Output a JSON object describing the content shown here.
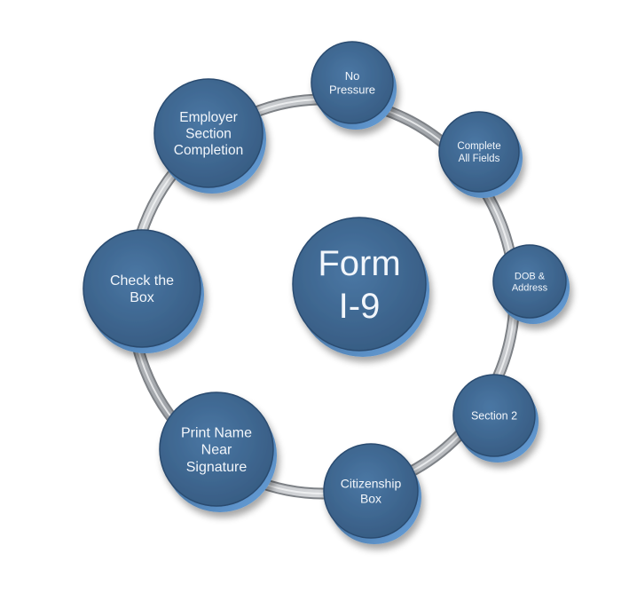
{
  "center": {
    "lines": [
      "Form",
      "I-9"
    ]
  },
  "nodes": [
    {
      "id": "no-pressure",
      "lines": [
        "No",
        "Pressure"
      ]
    },
    {
      "id": "complete-all-fields",
      "lines": [
        "Complete",
        "All Fields"
      ]
    },
    {
      "id": "dob-address",
      "lines": [
        "DOB &",
        "Address"
      ]
    },
    {
      "id": "section-2",
      "lines": [
        "Section 2"
      ]
    },
    {
      "id": "citizenship-box",
      "lines": [
        "Citizenship",
        "Box"
      ]
    },
    {
      "id": "print-name-near-signature",
      "lines": [
        "Print Name",
        "Near",
        "Signature"
      ]
    },
    {
      "id": "check-the-box",
      "lines": [
        "Check the",
        "Box"
      ]
    },
    {
      "id": "employer-section-completion",
      "lines": [
        "Employer",
        "Section",
        "Completion"
      ]
    }
  ],
  "colors": {
    "node_fill": "#3f6a96",
    "node_edge": "#5b95d2",
    "ring": "#b9bcc0",
    "text": "#f2f6fb"
  }
}
